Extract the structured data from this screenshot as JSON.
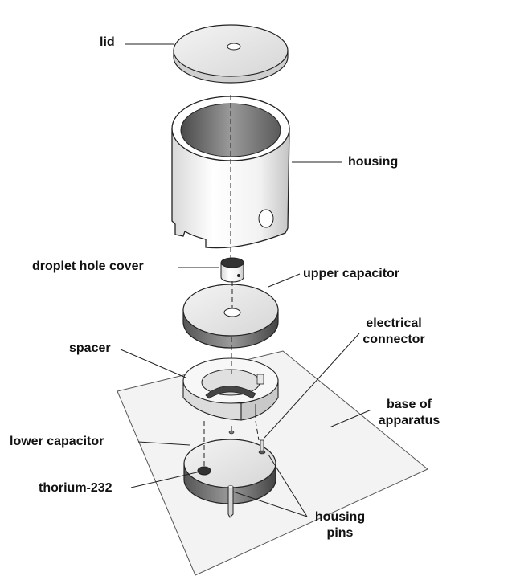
{
  "diagram": {
    "labels": {
      "lid": "lid",
      "housing": "housing",
      "droplet_hole_cover": "droplet hole cover",
      "upper_capacitor": "upper capacitor",
      "electrical_connector_line1": "electrical",
      "electrical_connector_line2": "connector",
      "spacer": "spacer",
      "base_line1": "base of",
      "base_line2": "apparatus",
      "lower_capacitor": "lower capacitor",
      "thorium": "thorium-232",
      "housing_pins_line1": "housing",
      "housing_pins_line2": "pins"
    }
  }
}
